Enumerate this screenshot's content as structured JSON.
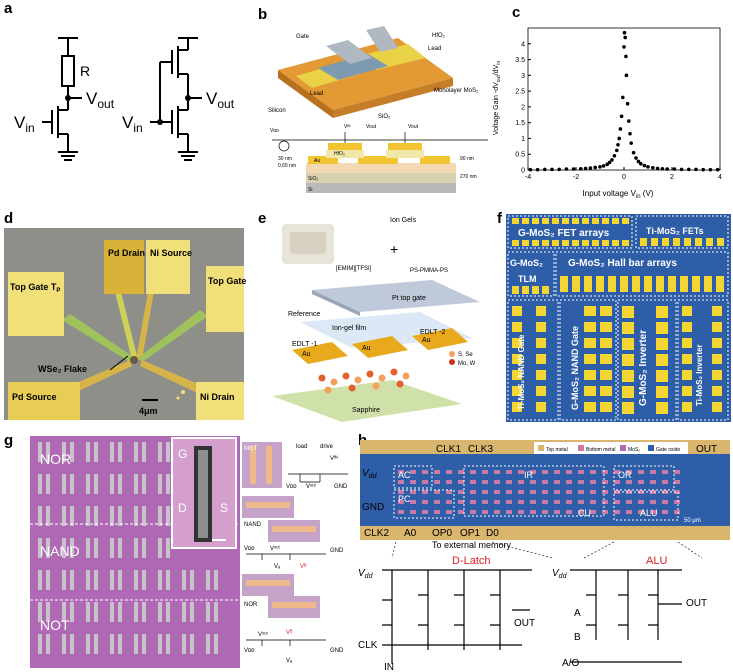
{
  "labels": {
    "a": "a",
    "b": "b",
    "c": "c",
    "d": "d",
    "e": "e",
    "f": "f",
    "g": "g",
    "h": "h"
  },
  "panel_a": {
    "R": "R",
    "vout1": "V",
    "vout1_sub": "out",
    "vin1": "V",
    "vin1_sub": "in",
    "vout2": "V",
    "vout2_sub": "out",
    "vin2": "V",
    "vin2_sub": "in"
  },
  "panel_b": {
    "top": {
      "gate": "Gate",
      "lead1": "Lead",
      "hfo2": "HfO₂",
      "lead2": "Lead",
      "monolayer": "Monolayer MoS₂",
      "silicon": "Silicon",
      "sio2": "SiO₂"
    },
    "bottom": {
      "vdd": "Vᴅᴅ",
      "vin": "Vᴵᴺ",
      "vout": "Vout",
      "vout2": "Vout",
      "hfo2": "HfO₂",
      "au": "Au",
      "sio2": "SiO₂",
      "si": "Si",
      "d30": "30 nm",
      "d065": "0.65 nm",
      "d90": "90 nm",
      "d270": "270 nm"
    }
  },
  "chart_data": {
    "type": "scatter",
    "xlabel": "Input voltage V",
    "xlabel_sub": "in",
    "xlabel_unit": " (V)",
    "ylabel": "Voltage Gain -dV",
    "ylabel_sub1": "out",
    "ylabel_mid": "/dV",
    "ylabel_sub2": "in",
    "xlim": [
      -4,
      4
    ],
    "ylim": [
      0,
      4.5
    ],
    "xticks": [
      -4,
      -2,
      0,
      2,
      4
    ],
    "yticks": [
      0,
      0.5,
      1,
      1.5,
      2,
      2.5,
      3,
      3.5,
      4
    ],
    "x": [
      -3.9,
      -3.6,
      -3.3,
      -3.0,
      -2.7,
      -2.4,
      -2.1,
      -1.8,
      -1.6,
      -1.4,
      -1.2,
      -1.0,
      -0.85,
      -0.7,
      -0.6,
      -0.5,
      -0.4,
      -0.3,
      -0.25,
      -0.2,
      -0.15,
      -0.1,
      -0.05,
      0.0,
      0.02,
      0.05,
      0.08,
      0.1,
      0.15,
      0.2,
      0.25,
      0.3,
      0.4,
      0.5,
      0.6,
      0.7,
      0.85,
      1.0,
      1.2,
      1.4,
      1.6,
      1.8,
      2.1,
      2.4,
      2.7,
      3.0,
      3.3,
      3.6,
      3.9
    ],
    "y": [
      0.01,
      0.01,
      0.02,
      0.02,
      0.02,
      0.03,
      0.03,
      0.04,
      0.05,
      0.06,
      0.08,
      0.1,
      0.13,
      0.18,
      0.24,
      0.32,
      0.45,
      0.62,
      0.8,
      1.0,
      1.3,
      1.7,
      2.3,
      3.9,
      4.35,
      4.2,
      3.6,
      3.0,
      2.1,
      1.55,
      1.15,
      0.85,
      0.55,
      0.38,
      0.27,
      0.2,
      0.14,
      0.1,
      0.07,
      0.05,
      0.04,
      0.03,
      0.03,
      0.02,
      0.02,
      0.02,
      0.01,
      0.01,
      0.01
    ]
  },
  "panel_d": {
    "pd_drain": "Pd Drain",
    "ni_source": "Ni Source",
    "top_gate_p": "Top Gate T",
    "top_gate_p_sub": "P",
    "top_gate_n": "Top Gate T",
    "top_gate_n_sub": "N",
    "flake": "WSe₂ Flake",
    "pd_source": "Pd Source",
    "ni_drain": "Ni Drain",
    "scale": "4μm"
  },
  "panel_e": {
    "ion_gels": "Ion Gels",
    "emim": "[EMIM][TFSI]",
    "plus": "+",
    "pspmma": "PS-PMMA-PS",
    "pt_top_gate": "Pt top gate",
    "reference": "Reference",
    "ion_gel_film": "Ion-gel film",
    "edlt1": "EDLT -1",
    "edlt2": "EDLT -2",
    "au1": "Au",
    "au2": "Au",
    "au3": "Au",
    "sse": "S, Se",
    "mow": "Mo, W",
    "sapphire": "Sapphire"
  },
  "panel_f": {
    "fet_arrays": "G-MoS₂ FET arrays",
    "ti_fets": "Ti-MoS₂ FETs",
    "tlm_title": "G-MoS₂",
    "tlm": "TLM",
    "hall": "G-MoS₂ Hall bar arrays",
    "ti_nand": "Ti-MoS₂ NAND Gate",
    "g_nand": "G-MoS₂ NAND Gate",
    "g_inv": "G-MoS₂ Inverter",
    "ti_inv": "Ti-MoS₂ Inverter"
  },
  "panel_g": {
    "nor": "NOR",
    "nand": "NAND",
    "not": "NOT",
    "g": "G",
    "d": "D",
    "s": "S",
    "mgt": "MGT",
    "load": "load",
    "drive": "drive",
    "nand_label": "NAND",
    "nor_label": "NOR",
    "vdd": "Vᴅᴅ",
    "vout": "Vᵒᵘᵗ",
    "gnd": "GND",
    "va": "Vₐ",
    "vb": "Vᴮ",
    "vin": "Vᴵᴺ"
  },
  "panel_h": {
    "clk1": "CLK1",
    "clk3": "CLK3",
    "out": "OUT",
    "vdd": "V",
    "vdd_sub": "dd",
    "gnd": "GND",
    "clk2": "CLK2",
    "a0": "A0",
    "op0": "OP0",
    "op1": "OP1",
    "d0": "D0",
    "ac": "AC",
    "pc": "PC",
    "ir": "IR",
    "or": "OR",
    "cu": "CU",
    "alu": "ALU",
    "to_ext": "To external memory",
    "scale": "50 μm",
    "legend": [
      "Top metal",
      "Bottom metal",
      "MoS₂",
      "Gate oxide"
    ],
    "dlatch": "D-Latch",
    "alu_title": "ALU",
    "vdd_l": "V",
    "vdd_l_sub": "dd",
    "vdd_r": "V",
    "vdd_r_sub": "dd",
    "out_l": "OUT",
    "out_r": "OUT",
    "clk": "CLK",
    "in": "IN",
    "a": "A",
    "b": "B",
    "ao": "A/O"
  },
  "colors": {
    "ochre": "#c9a33a",
    "sample_yellow": "#f2e26a",
    "chip_blue": "#2f5ea8",
    "pink_purple": "#b06ab5",
    "alu_red": "#d81e1e"
  }
}
